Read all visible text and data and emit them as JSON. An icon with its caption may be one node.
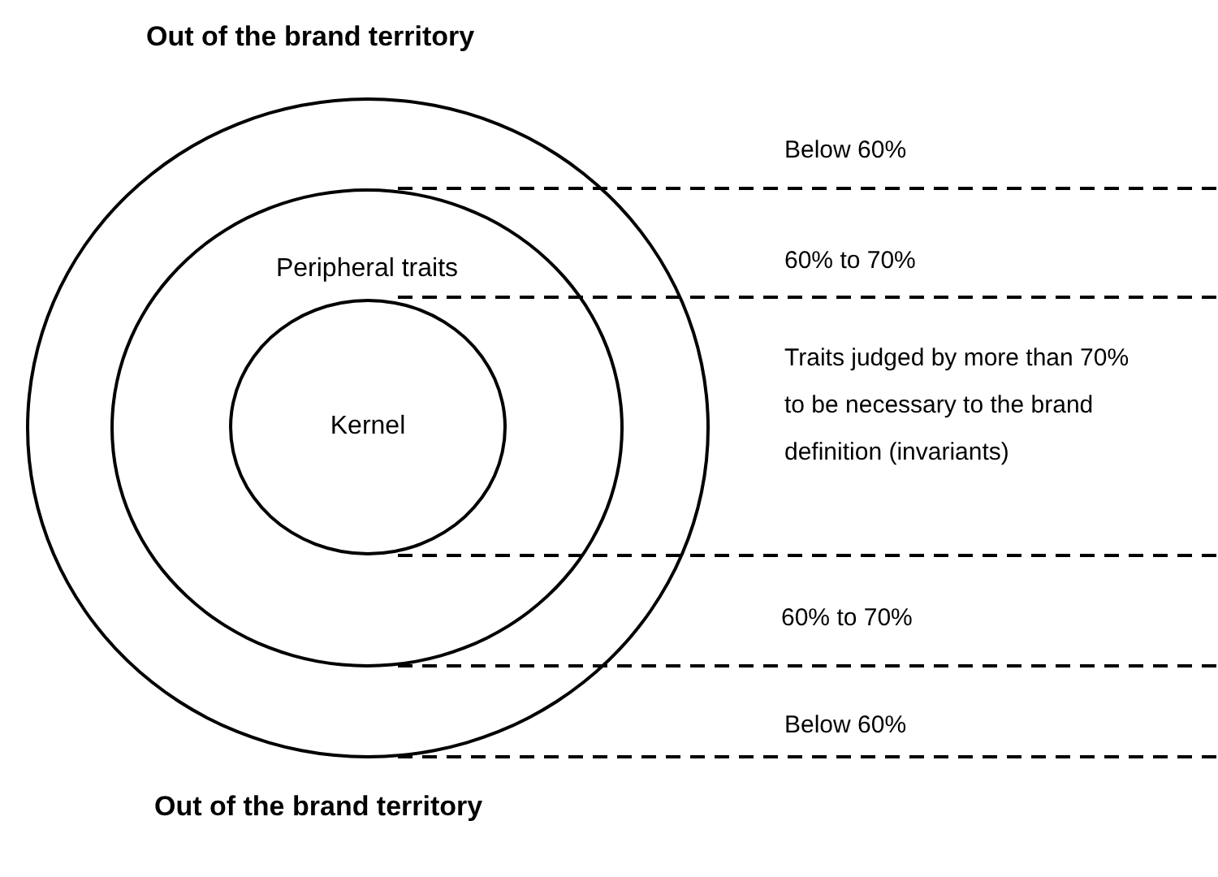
{
  "diagram": {
    "nodes": [
      {
        "text": [],
        "shape": "circle"
      },
      {
        "text": [
          "Peripheral traits"
        ],
        "in": 0
      },
      {
        "text": [
          "Kernel"
        ],
        "in": 1
      }
    ],
    "labels": [
      "Out of the brand territory",
      "Below 60%",
      "60% to 70%",
      "Traits judged by more than 70% to be necessary to the brand definition (invariants)",
      "60% to 70%",
      "Below 60%",
      "Out of the brand territory"
    ]
  }
}
